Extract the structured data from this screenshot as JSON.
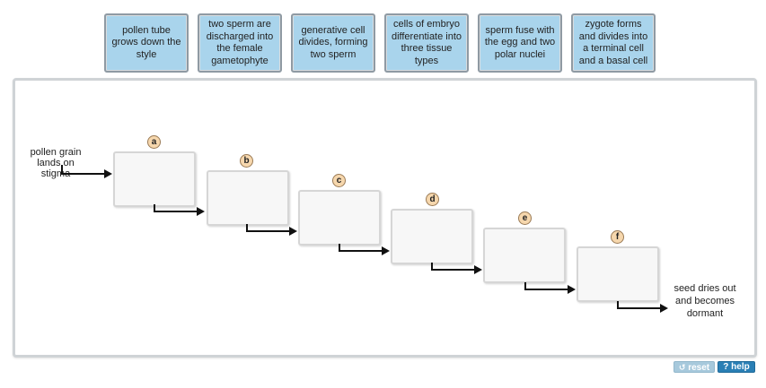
{
  "cards": [
    {
      "label": "pollen tube grows down the style"
    },
    {
      "label": "two sperm are discharged into the female gametophyte"
    },
    {
      "label": "generative cell divides, forming two sperm"
    },
    {
      "label": "cells of embryo differentiate into three tissue types"
    },
    {
      "label": "sperm fuse with the egg and two polar nuclei"
    },
    {
      "label": "zygote forms and divides into a terminal cell and a basal cell"
    }
  ],
  "start_label": "pollen grain lands on stigma",
  "end_label": "seed dries out and becomes dormant",
  "slots": [
    {
      "letter": "a"
    },
    {
      "letter": "b"
    },
    {
      "letter": "c"
    },
    {
      "letter": "d"
    },
    {
      "letter": "e"
    },
    {
      "letter": "f"
    }
  ],
  "toolbar": {
    "reset_label": "reset",
    "help_label": "help"
  },
  "colors": {
    "card_fill": "#a9d4ec",
    "badge_fill": "#f6d7ad",
    "reset_button": "#a7c9dc",
    "help_button": "#2a7fb5"
  }
}
